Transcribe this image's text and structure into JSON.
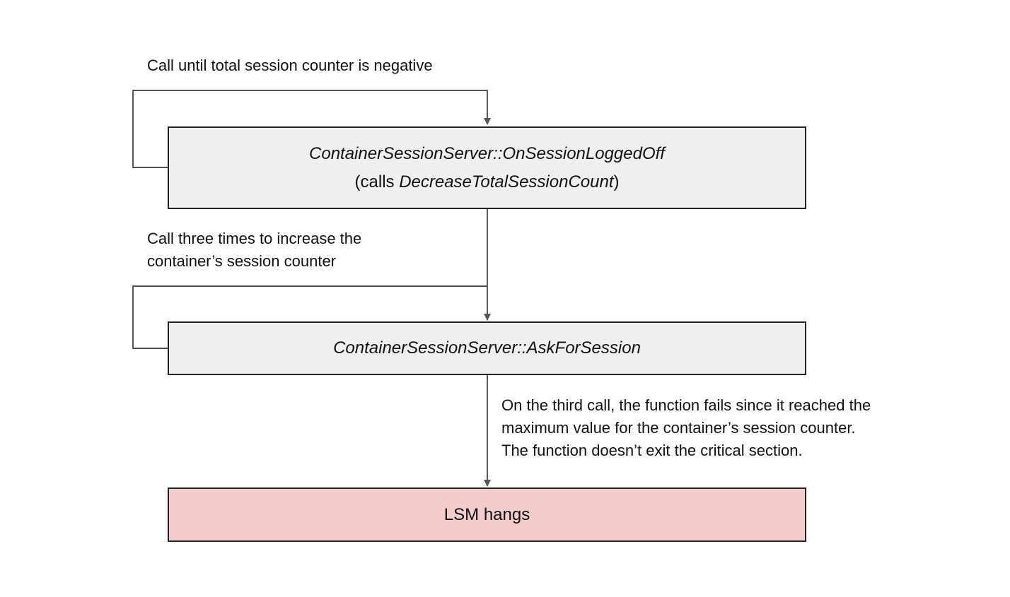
{
  "loop_top_label": "Call until total session counter is negative",
  "box_logged_off": {
    "title": "ContainerSessionServer::OnSessionLoggedOff",
    "sub_prefix": "(calls ",
    "sub_func": "DecreaseTotalSessionCount",
    "sub_suffix": ")"
  },
  "loop_mid_label": {
    "line1": "Call three times to increase the",
    "line2": "container’s session counter"
  },
  "box_ask": {
    "title": "ContainerSessionServer::AskForSession"
  },
  "fail_note": {
    "line1": "On the third call, the function fails since it reached the",
    "line2": "maximum value for the container’s session counter.",
    "line3": "The function doesn’t exit the critical section."
  },
  "box_hang": {
    "title": "LSM hangs"
  },
  "colors": {
    "box_fill": "#efefef",
    "hang_fill": "#f4cccc",
    "connector": "#555555"
  }
}
